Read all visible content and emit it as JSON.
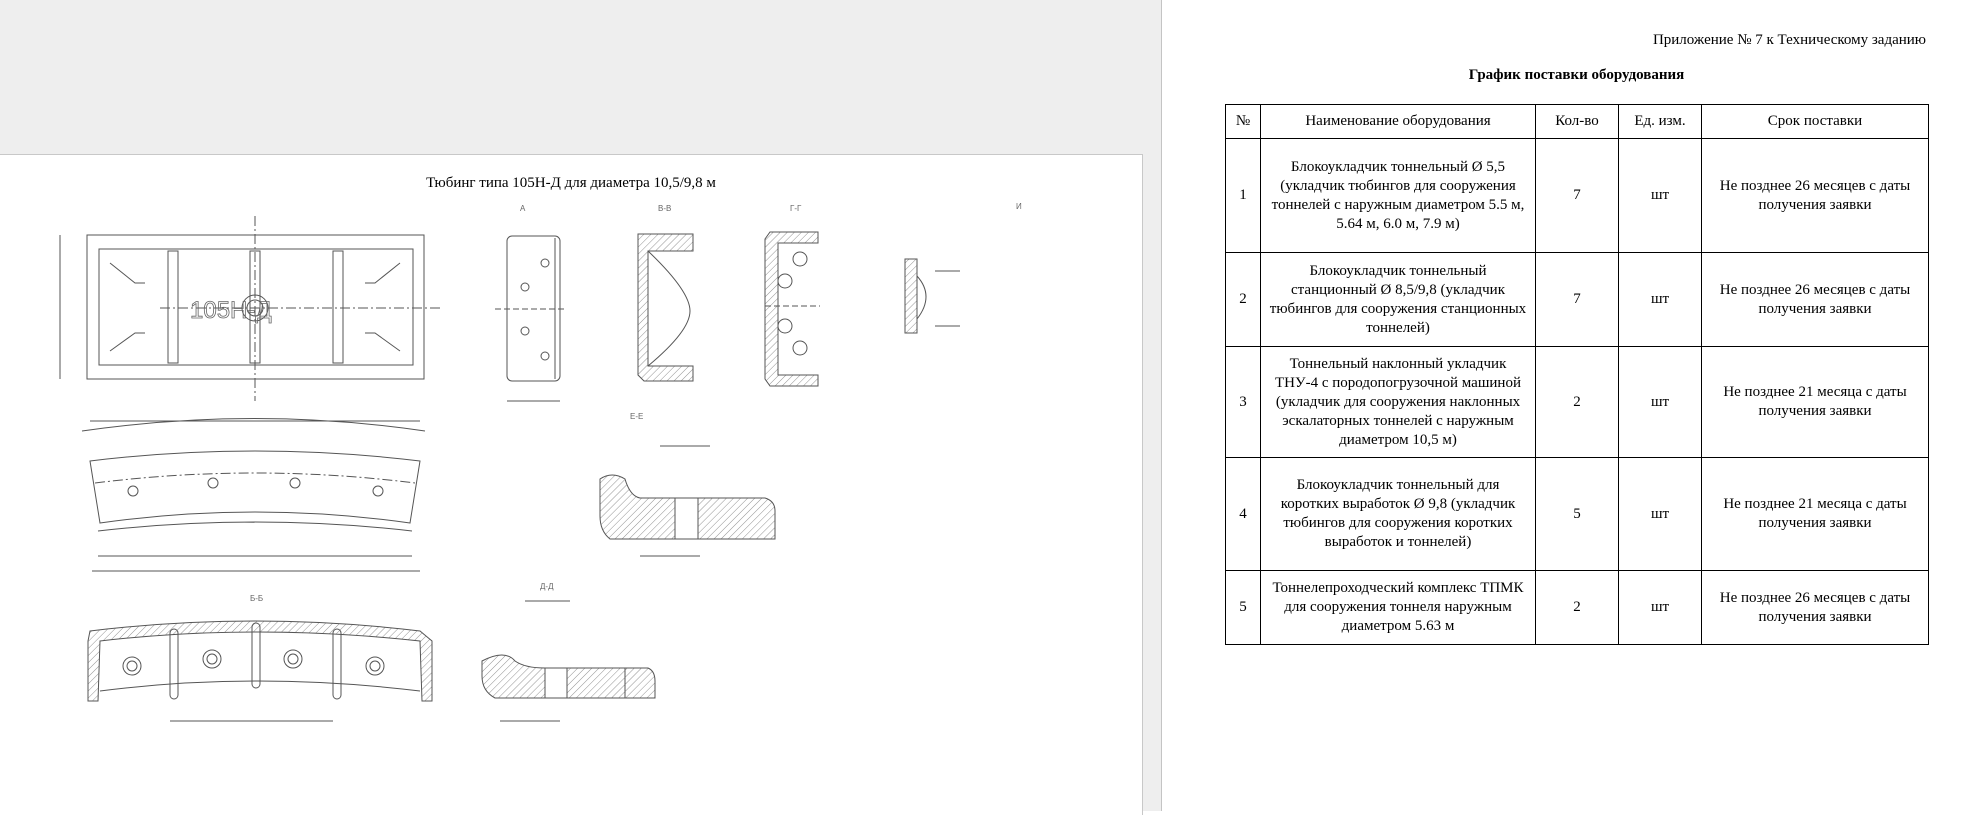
{
  "drawing": {
    "title": "Тюбинг типа 105Н-Д для диаметра 10,5/9,8 м",
    "labels": {
      "marking": "105Н-Д",
      "view_a": "А",
      "section_vv": "В-В",
      "section_gg": "Г-Г",
      "detail_i": "И",
      "section_ee": "Е-Е",
      "section_bb": "Б-Б",
      "section_dd": "Д-Д"
    }
  },
  "document": {
    "appendix": "Приложение № 7 к Техническому заданию",
    "title": "График поставки оборудования",
    "columns": [
      "№",
      "Наименование оборудования",
      "Кол-во",
      "Ед. изм.",
      "Срок поставки"
    ],
    "rows": [
      {
        "n": "1",
        "name": "Блокоукладчик тоннельный Ø 5,5 (укладчик тюбингов для сооружения тоннелей с наружным диаметром 5.5 м, 5.64 м, 6.0 м, 7.9 м)",
        "qty": "7",
        "unit": "шт",
        "term": "Не позднее 26 месяцев с даты получения заявки"
      },
      {
        "n": "2",
        "name": "Блокоукладчик тоннельный станционный Ø 8,5/9,8 (укладчик тюбингов для сооружения станционных тоннелей)",
        "qty": "7",
        "unit": "шт",
        "term": "Не позднее 26 месяцев с даты получения заявки"
      },
      {
        "n": "3",
        "name": "Тоннельный наклонный укладчик ТНУ-4 с породопогрузочной машиной (укладчик для сооружения наклонных эскалаторных тоннелей с наружным диаметром 10,5 м)",
        "qty": "2",
        "unit": "шт",
        "term": "Не позднее 21 месяца с даты получения заявки"
      },
      {
        "n": "4",
        "name": "Блокоукладчик тоннельный для коротких выработок Ø 9,8 (укладчик тюбингов для сооружения коротких выработок и тоннелей)",
        "qty": "5",
        "unit": "шт",
        "term": "Не позднее 21 месяца с даты получения заявки"
      },
      {
        "n": "5",
        "name": "Тоннелепроходческий комплекс ТПМК для сооружения тоннеля наружным диаметром 5.63 м",
        "qty": "2",
        "unit": "шт",
        "term": "Не позднее 26 месяцев с даты получения заявки"
      }
    ]
  }
}
